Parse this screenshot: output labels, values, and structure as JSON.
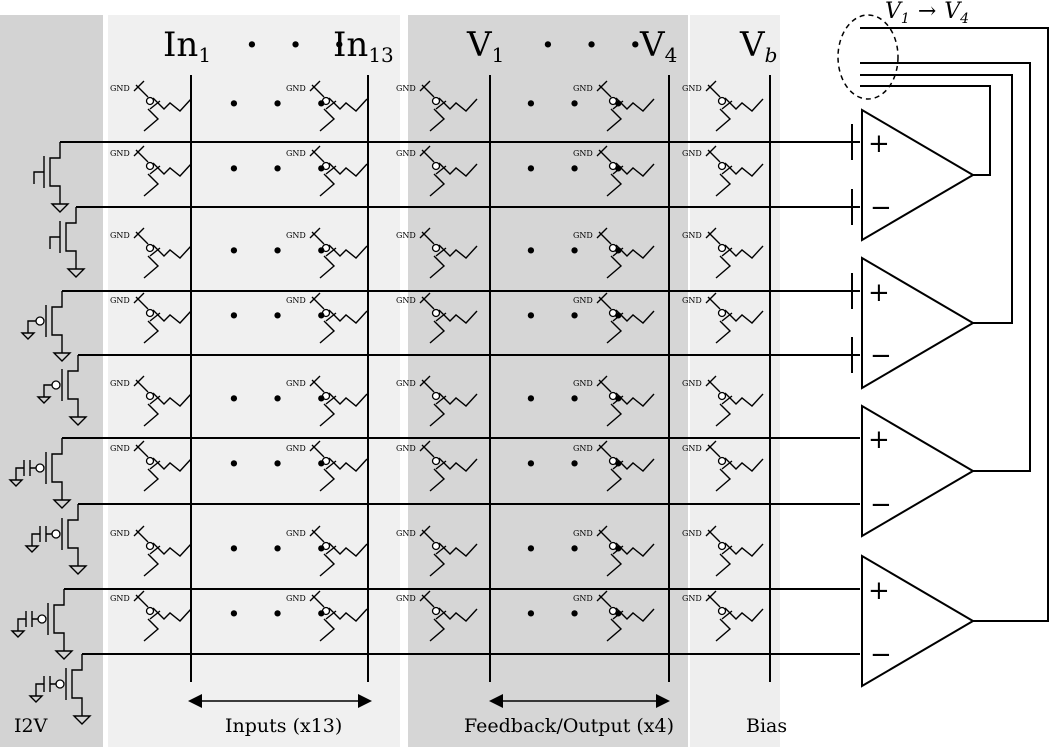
{
  "headers": {
    "inputs_first": "In",
    "inputs_first_sub": "1",
    "inputs_last": "In",
    "inputs_last_sub": "13",
    "feedback_first": "V",
    "feedback_first_sub": "1",
    "feedback_last": "V",
    "feedback_last_sub": "4",
    "bias": "V",
    "bias_sub": "b"
  },
  "ellipsis": "· · ·",
  "cell_gnd_label": "GND",
  "bottom_labels": {
    "i2v": "I2V",
    "inputs": "Inputs (x13)",
    "feedback": "Feedback/Output (x4)",
    "bias": "Bias"
  },
  "feedback_callout": {
    "from": "V",
    "from_sub": "1",
    "arrow": "→",
    "to": "V",
    "to_sub": "4"
  },
  "amplifier": {
    "plus": "+",
    "minus": "−",
    "count": 4
  },
  "colors": {
    "i2v_panel": "#d3d3d3",
    "inputs_panel": "#f0f0f0",
    "feedback_panel": "#d6d6d6",
    "bias_panel": "#eeeeee"
  }
}
